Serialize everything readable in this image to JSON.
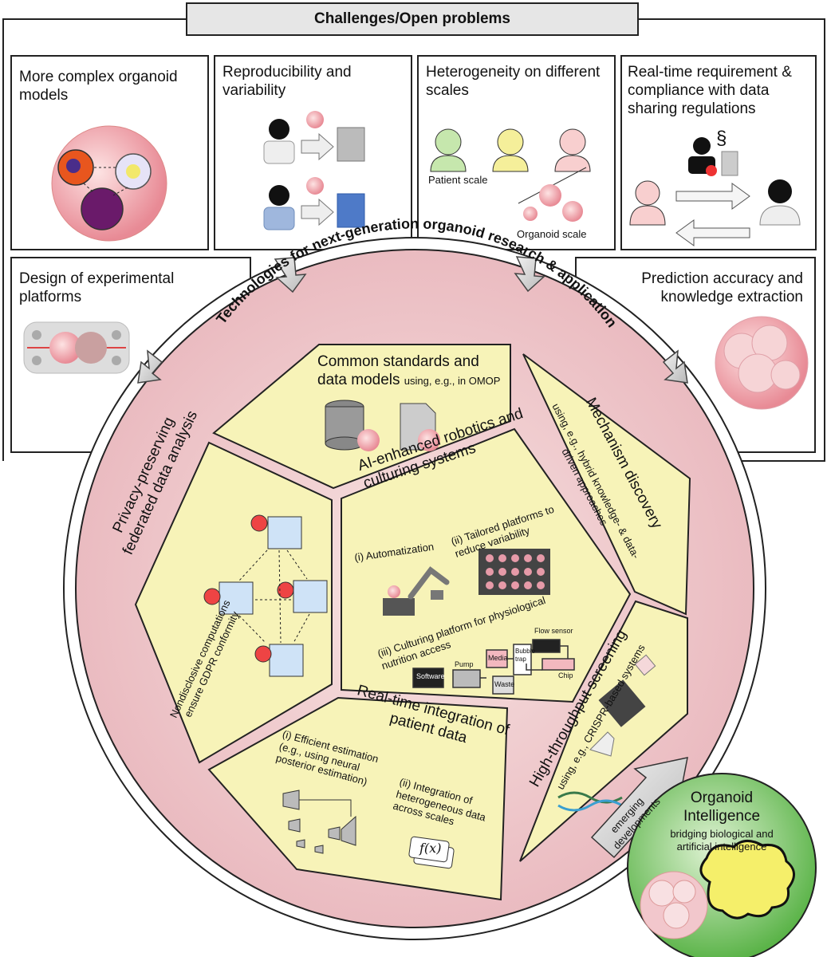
{
  "header": {
    "title": "Challenges/Open problems"
  },
  "challenges": [
    {
      "title": "More complex organoid models"
    },
    {
      "title": "Reproducibility and variability"
    },
    {
      "title": "Heterogeneity on different scales",
      "patient_scale": "Patient scale",
      "organoid_scale": "Organoid scale"
    },
    {
      "title": "Real-time requirement & compliance with data sharing regulations",
      "section_symbol": "§"
    }
  ],
  "side": {
    "left": "Design of experimental platforms",
    "right": "Prediction accuracy and knowledge extraction"
  },
  "circle_title": "Technologies for next-generation organoid research & application",
  "panels": {
    "standards": {
      "title": "Common standards and data models",
      "sub": "using, e.g., in OMOP"
    },
    "robotics": {
      "title": "AI-enhanced robotics and culturing systems",
      "i": "(i) Automatization",
      "ii": "(ii) Tailored platforms to reduce variability",
      "iii": "(iii) Culturing platform for physiological nutrition access",
      "labels": {
        "software": "Software",
        "pump": "Pump",
        "media": "Media",
        "waste": "Waste",
        "flow": "Flow sensor",
        "bubble": "Bubble trap",
        "chip": "Chip"
      }
    },
    "privacy": {
      "title": "Privacy-preserving federated data analysis",
      "note": "Nondisclosive computations ensure GDPR conformity"
    },
    "mechanism": {
      "title": "Mechanism discovery",
      "sub": "using, e.g., hybrid knowledge- & data-driven approaches"
    },
    "realtime": {
      "title": "Real-time integration of patient data",
      "i": "(i) Efficient estimation (e.g., using neural posterior estimation)",
      "ii": "(ii) Integration of heterogeneous data across scales",
      "fx": "f(x)"
    },
    "htscreen": {
      "title": "High-throughput screening",
      "sub": "using, e.g., CRISPR-based systems"
    }
  },
  "emerging": "emerging developments",
  "oi": {
    "title": "Organoid Intelligence",
    "sub": "bridging biological and artificial intelligence"
  },
  "colors": {
    "panel": "#f7f3b8",
    "circle": "#efc8cc",
    "oi_green": "#6fc05a",
    "brain": "#f5ef6a"
  }
}
